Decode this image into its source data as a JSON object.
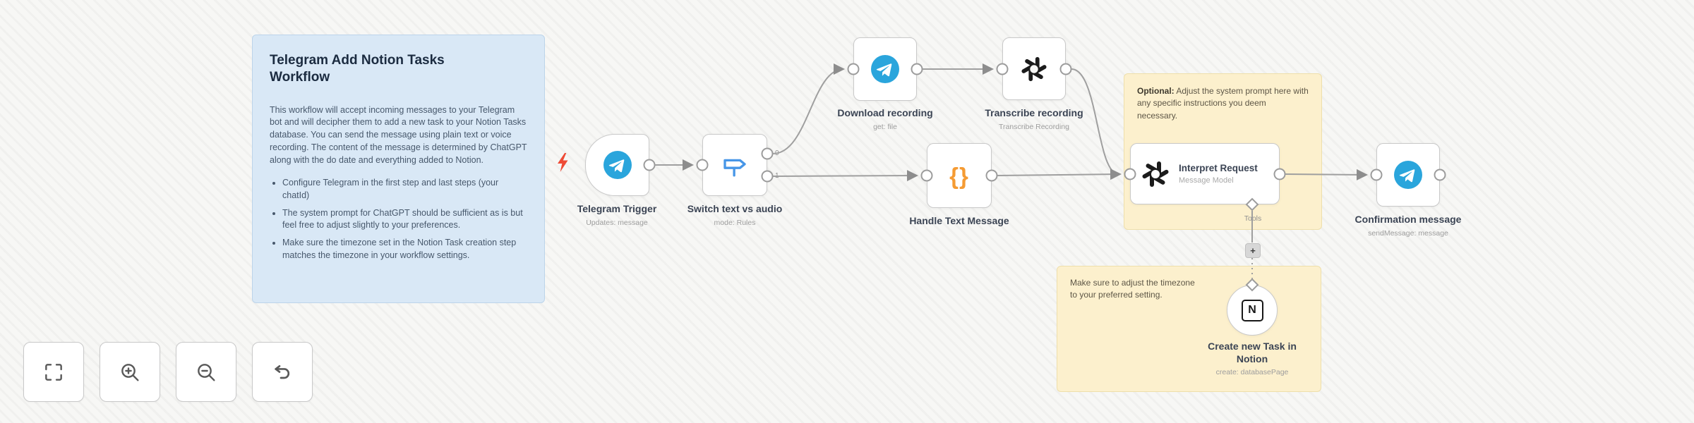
{
  "workflow_note": {
    "title": "Telegram Add Notion Tasks Workflow",
    "body": "This workflow will accept incoming messages to your Telegram bot and will decipher them to add a new task to your Notion Tasks database. You can send the message using plain text or voice recording. The content of the message is determined by ChatGPT along with the do date and everything added to Notion.",
    "bullets": [
      "Configure Telegram in the first step and last steps (your chatId)",
      "The system prompt for ChatGPT should be sufficient as is but feel free to adjust slightly to your preferences.",
      "Make sure the timezone set in the Notion Task creation step matches the timezone in your workflow settings."
    ]
  },
  "prompt_note": {
    "bold": "Optional:",
    "text": " Adjust the system prompt here with any specific instructions you deem necessary."
  },
  "timezone_note": {
    "text": "Make sure to adjust the timezone\nto your preferred setting."
  },
  "nodes": {
    "telegram_trigger": {
      "name": "Telegram Trigger",
      "subtitle": "Updates: message"
    },
    "switch": {
      "name": "Switch text vs audio",
      "subtitle": "mode: Rules",
      "outputs": [
        "0",
        "1"
      ]
    },
    "download": {
      "name": "Download recording",
      "subtitle": "get: file"
    },
    "transcribe": {
      "name": "Transcribe recording",
      "subtitle": "Transcribe Recording"
    },
    "handle_text": {
      "name": "Handle Text Message"
    },
    "interpret": {
      "name": "Interpret Request",
      "subtitle": "Message Model",
      "port_label": "Tools"
    },
    "confirmation": {
      "name": "Confirmation message",
      "subtitle": "sendMessage: message"
    },
    "notion": {
      "name": "Create new Task in Notion",
      "subtitle": "create: databasePage"
    }
  },
  "ui": {
    "plus_label": "+"
  },
  "glyphs": {
    "braces": "{}",
    "notion_letter": "N"
  },
  "icons": {
    "trigger_indicator": "lightning-bolt",
    "telegram": "paper-plane-in-blue-circle",
    "switch": "signpost-right-arrow",
    "handle_text": "curly-braces",
    "openai": "openai-knot",
    "notion": "letter-n-tile",
    "toolbar": [
      "fit-view-brackets",
      "magnifier-plus",
      "magnifier-minus",
      "undo-arrow"
    ]
  },
  "toolbar": {
    "buttons": [
      {
        "name": "zoom-to-fit"
      },
      {
        "name": "zoom-in"
      },
      {
        "name": "zoom-out"
      },
      {
        "name": "reset-view"
      }
    ]
  },
  "colors": {
    "telegram": "#2aa5dc",
    "openai": "#1b1b1b",
    "switch_icon": "#4796e7",
    "set_icon": "#f59b33",
    "sticky_blue": "#d9e8f6",
    "sticky_yellow": "#fcf0cd",
    "trigger_bolt": "#ee4b36",
    "wire": "#9f9f9f",
    "node_border": "#c9c9c9"
  }
}
